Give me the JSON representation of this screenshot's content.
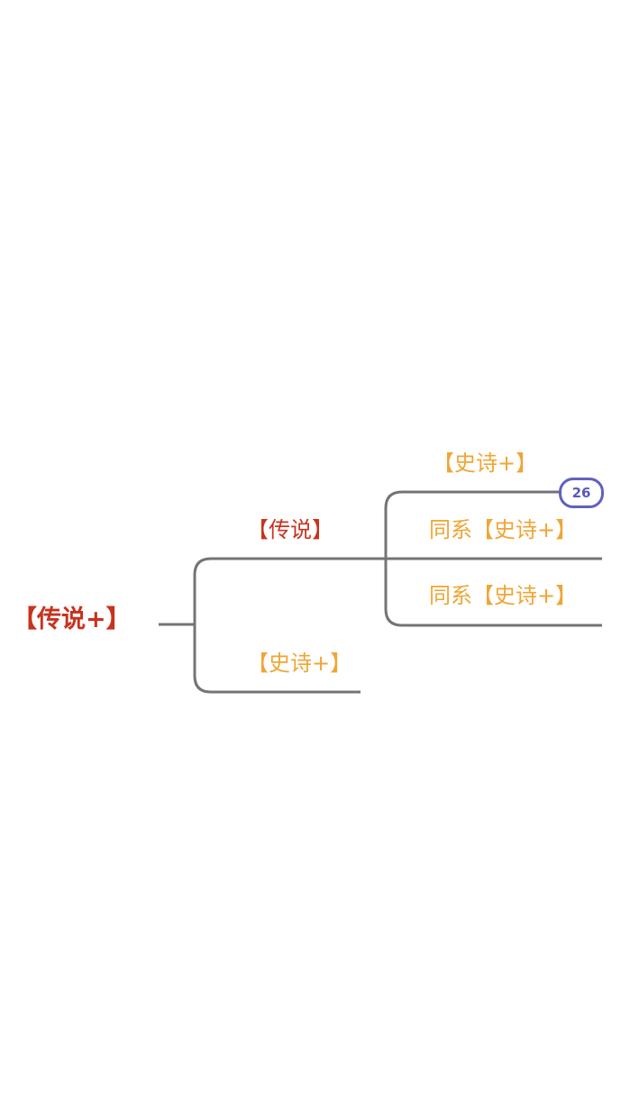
{
  "root": {
    "label": "【传说+】",
    "color": "#c8321f"
  },
  "branches": [
    {
      "label": "【传说】",
      "color": "#c8321f",
      "children": [
        {
          "label": "【史诗+】",
          "badge": "26"
        },
        {
          "label": "同系【史诗+】"
        },
        {
          "label": "同系【史诗+】"
        }
      ]
    },
    {
      "label": "【史诗+】",
      "color": "#f0a535"
    }
  ],
  "colors": {
    "connector": "#747478",
    "leaf_text": "#f0a535",
    "badge": "#6060c0"
  }
}
